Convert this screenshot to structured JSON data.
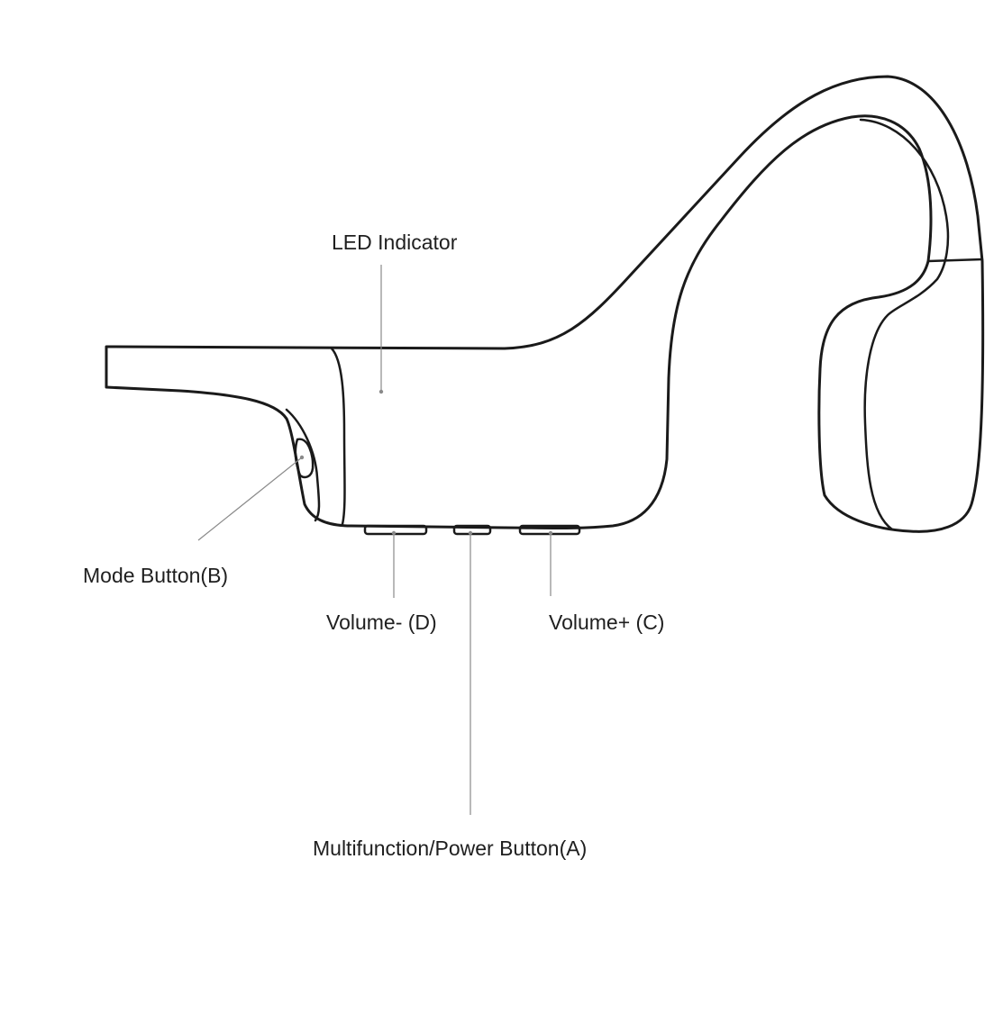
{
  "labels": {
    "led": "LED Indicator",
    "mode": "Mode Button(B)",
    "vol_minus": "Volume- (D)",
    "vol_plus": "Volume+ (C)",
    "multi": "Multifunction/Power Button(A)"
  },
  "colors": {
    "line": "#1a1a1a",
    "leader": "#8a8a8a",
    "text": "#1f1f1f"
  }
}
